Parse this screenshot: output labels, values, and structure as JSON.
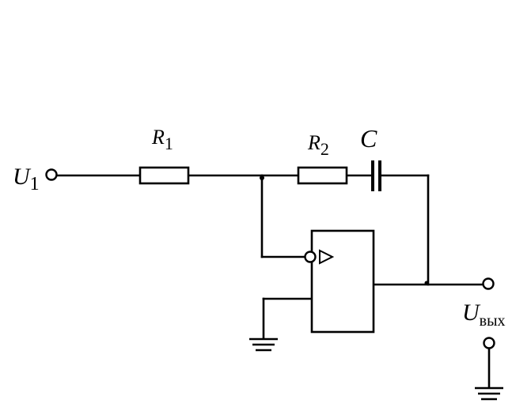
{
  "diagram": {
    "labels": {
      "u1_main": "U",
      "u1_sub": "1",
      "r1_main": "R",
      "r1_sub": "1",
      "r2_main": "R",
      "r2_sub": "2",
      "c_main": "C",
      "uout_main": "U",
      "uout_sub": "вых"
    }
  }
}
